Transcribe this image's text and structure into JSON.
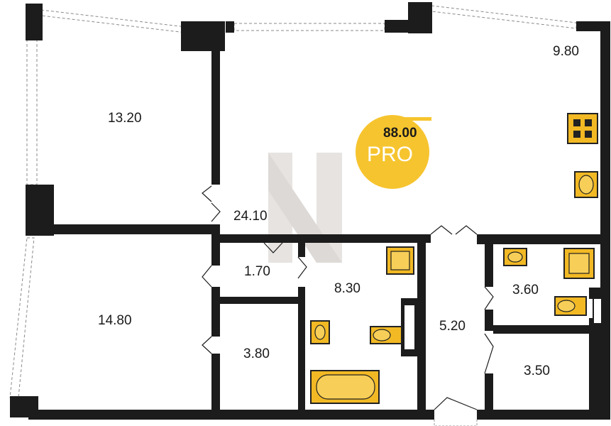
{
  "badge": {
    "total_area": "88.00",
    "label": "PRO",
    "color": "#f6c42e"
  },
  "watermark": {
    "color": "#c9c2bd"
  },
  "rooms": [
    {
      "id": "room-bedroom-top",
      "area": "13.20"
    },
    {
      "id": "room-kitchen",
      "area": "9.80"
    },
    {
      "id": "room-living",
      "area": "24.10"
    },
    {
      "id": "room-closet",
      "area": "1.70"
    },
    {
      "id": "room-bathroom",
      "area": "8.30"
    },
    {
      "id": "room-bedroom-bottom",
      "area": "14.80"
    },
    {
      "id": "room-wardrobe",
      "area": "3.80"
    },
    {
      "id": "room-hall",
      "area": "5.20"
    },
    {
      "id": "room-wc",
      "area": "3.60"
    },
    {
      "id": "room-storage",
      "area": "3.50"
    }
  ],
  "colors": {
    "wall": "#1c1c1c",
    "fixture": "#f2b924"
  }
}
